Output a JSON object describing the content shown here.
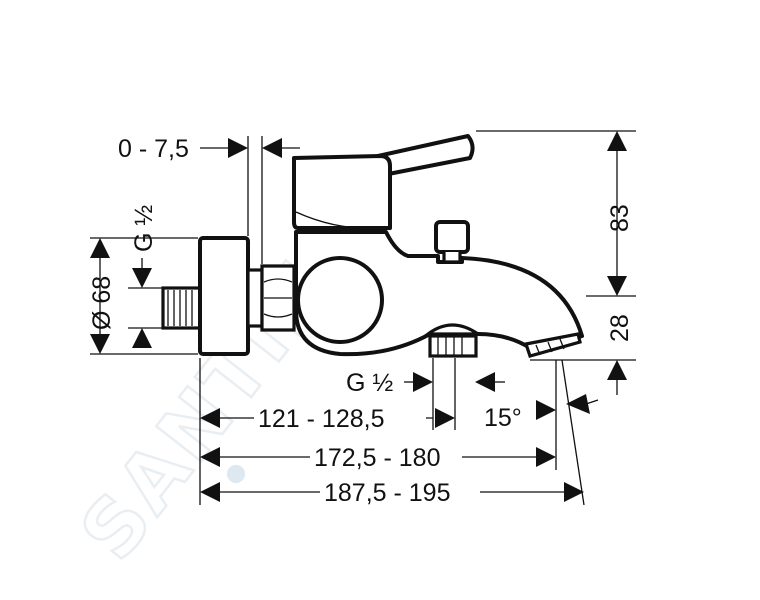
{
  "watermark": "SANTINO",
  "dimensions": {
    "top_offset": "0 - 7,5",
    "thread_left": "G ½",
    "diameter": "Ø 68",
    "height_total": "83",
    "height_spout": "28",
    "thread_bottom": "G ½",
    "angle": "15°",
    "len_short": "121 - 128,5",
    "len_mid": "172,5 - 180",
    "len_long": "187,5 - 195"
  }
}
